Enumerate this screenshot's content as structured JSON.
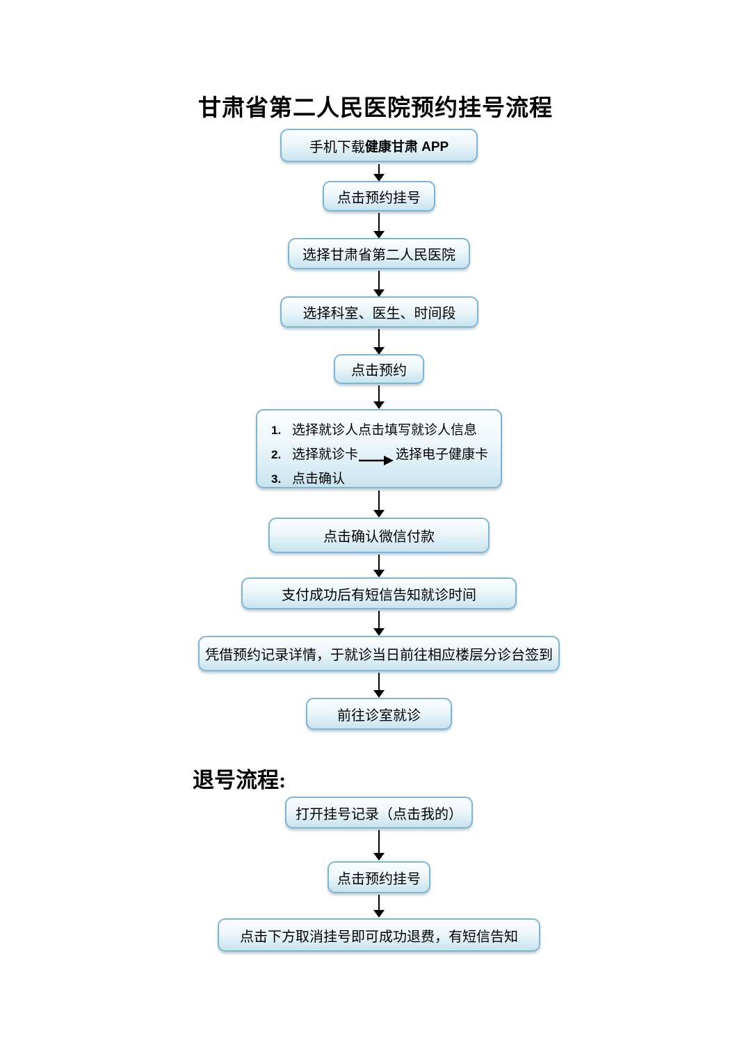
{
  "title": "甘肃省第二人民医院预约挂号流程",
  "colors": {
    "page_background": "#FFFFFF",
    "box_border": "#7FB4D2",
    "box_fill_top": "#FBFEFF",
    "box_fill_bottom": "#C8E3EF",
    "arrow": "#000000",
    "text": "#000000"
  },
  "main_flow": {
    "steps": [
      {
        "text": "手机下载",
        "text_bold": "健康甘肃 APP"
      },
      {
        "text": "点击预约挂号"
      },
      {
        "text": "选择甘肃省第二人民医院"
      },
      {
        "text": "选择科室、医生、时间段"
      },
      {
        "text": "点击预约"
      },
      {
        "list": [
          {
            "num": "1.",
            "text": "选择就诊人点击填写就诊人信息"
          },
          {
            "num": "2.",
            "text": "选择就诊卡",
            "text_right": "选择电子健康卡"
          },
          {
            "num": "3.",
            "text": "点击确认"
          }
        ],
        "right_arrow_icon": "right-arrow"
      },
      {
        "text": "点击确认微信付款"
      },
      {
        "text": "支付成功后有短信告知就诊时间"
      },
      {
        "text": "凭借预约记录详情，于就诊当日前往相应楼层分诊台签到"
      },
      {
        "text": "前往诊室就诊"
      }
    ]
  },
  "cancel_flow": {
    "section_title": "退号流程:",
    "steps": [
      {
        "text": "打开挂号记录（点击我的）"
      },
      {
        "text": "点击预约挂号"
      },
      {
        "text": "点击下方取消挂号即可成功退费，有短信告知"
      }
    ]
  }
}
